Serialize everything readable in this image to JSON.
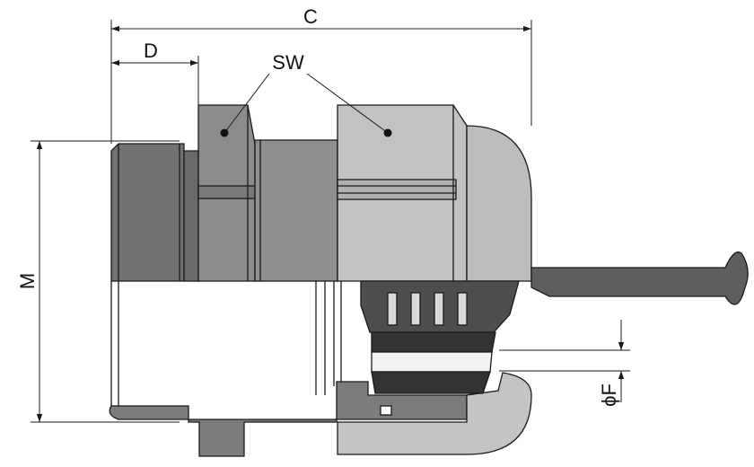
{
  "labels": {
    "overall_length": "C",
    "thread_length": "D",
    "wrench_size": "SW",
    "thread_diameter": "M",
    "cable_diameter": "ϕF"
  },
  "colors": {
    "outline": "#1a1a1a",
    "dark_part": "#707070",
    "mid_part": "#999999",
    "light_part": "#c2c2c2",
    "seal": "#3a3a3a",
    "background": "#ffffff"
  }
}
